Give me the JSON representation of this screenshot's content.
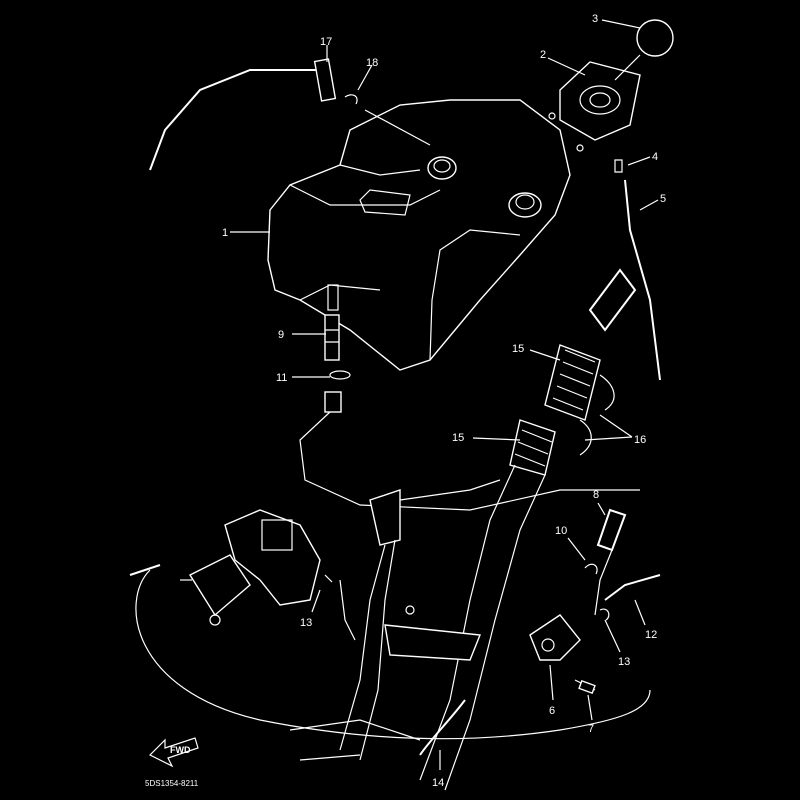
{
  "parts": {
    "p1": "1",
    "p2": "2",
    "p3": "3",
    "p4": "4",
    "p5": "5",
    "p6": "6",
    "p7": "7",
    "p8": "8",
    "p9": "9",
    "p10": "10",
    "p11": "11",
    "p12": "12",
    "p13a": "13",
    "p13b": "13",
    "p14": "14",
    "p15a": "15",
    "p15b": "15",
    "p16": "16",
    "p17": "17",
    "p18": "18"
  },
  "forward_label": "FWD",
  "diagram_code": "5DS1354-8211"
}
